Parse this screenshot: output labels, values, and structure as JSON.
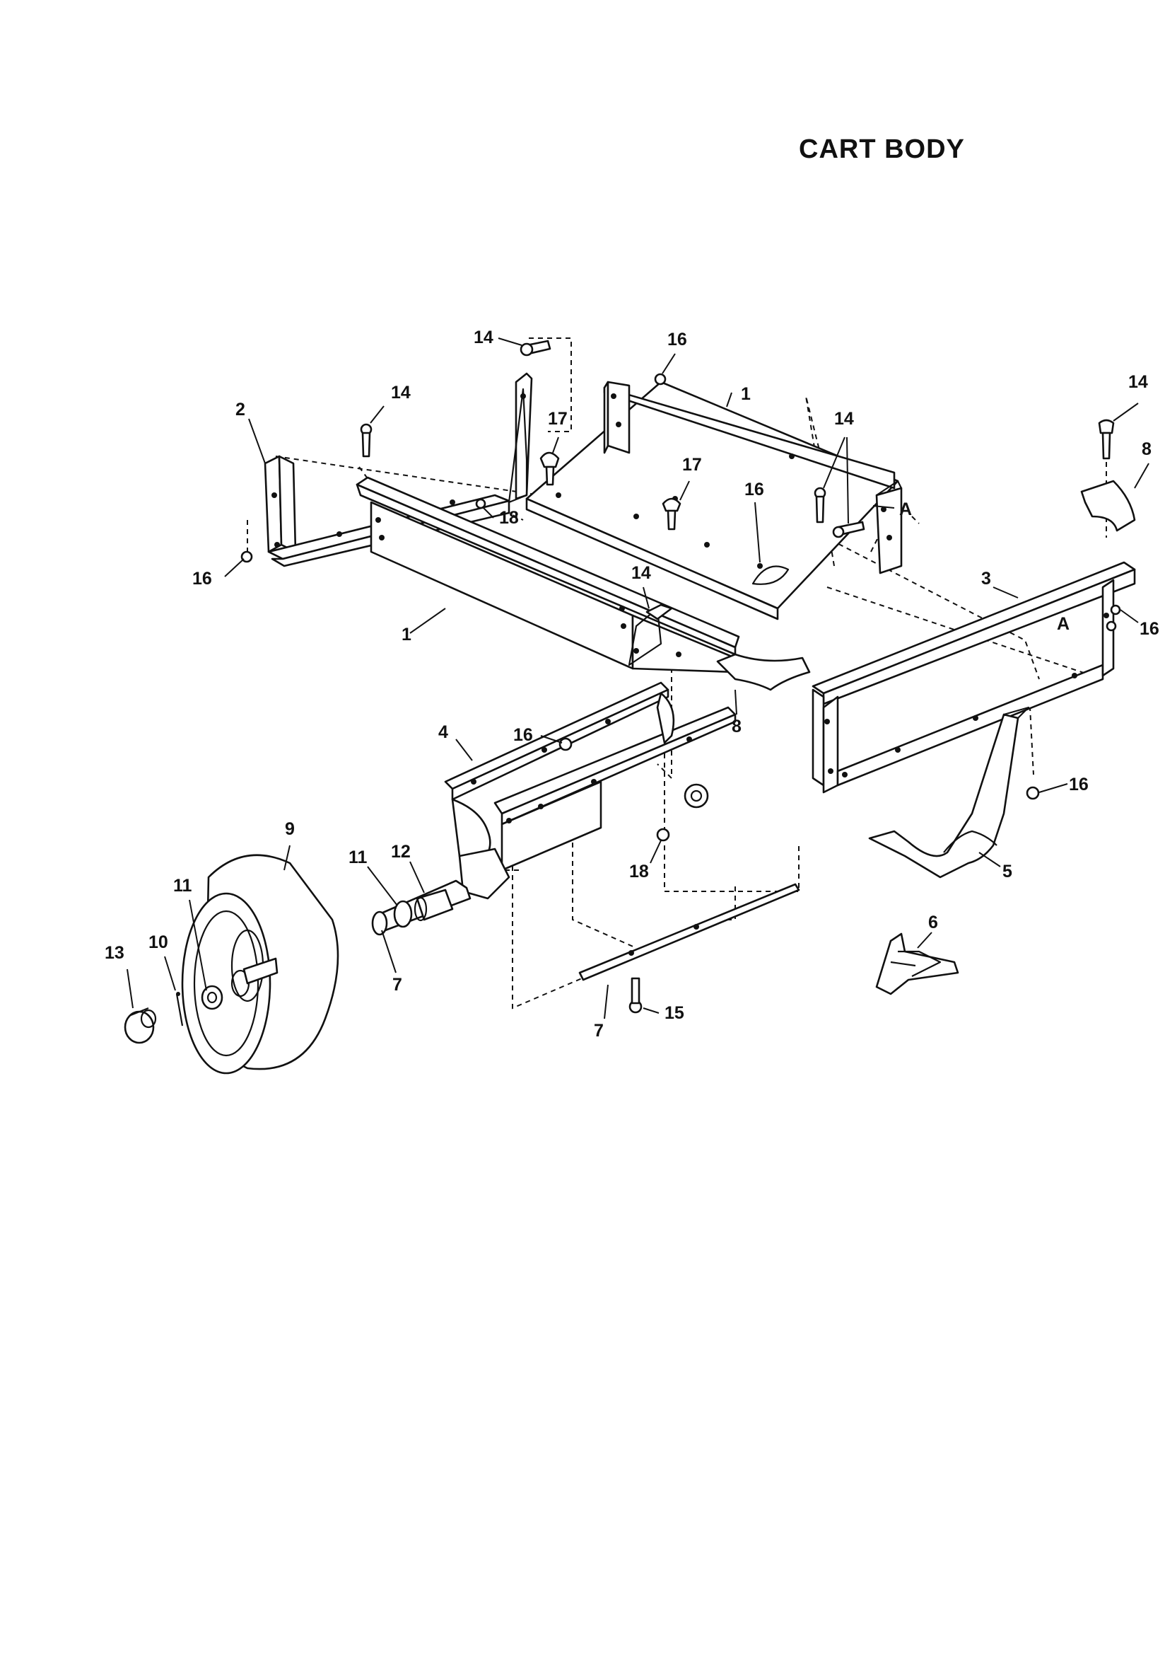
{
  "title": "CART BODY",
  "callouts": {
    "c1a": "1",
    "c1b": "1",
    "c2": "2",
    "c3": "3",
    "c4": "4",
    "c5": "5",
    "c6": "6",
    "c7a": "7",
    "c7b": "7",
    "c8a": "8",
    "c8b": "8",
    "c9": "9",
    "c10": "10",
    "c11a": "11",
    "c11b": "11",
    "c12": "12",
    "c13": "13",
    "c14a": "14",
    "c14b": "14",
    "c14c": "14",
    "c14d": "14",
    "c14e": "14",
    "c15": "15",
    "c16a": "16",
    "c16b": "16",
    "c16c": "16",
    "c16d": "16",
    "c16e": "16",
    "c16f": "16",
    "c17a": "17",
    "c17b": "17",
    "c18a": "18",
    "c18b": "18",
    "refA1": "A",
    "refA2": "A"
  }
}
